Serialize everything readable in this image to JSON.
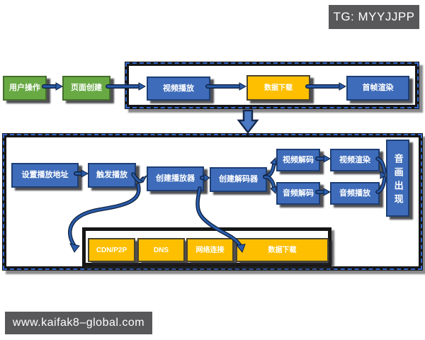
{
  "badges": {
    "tg": "TG: MYYJJPP",
    "site": "www.kaifak8–global.com"
  },
  "flow_top": {
    "user_action": "用户操作",
    "page_create": "页面创建",
    "video_play": "视频播放",
    "data_download": "数据下载",
    "first_frame": "首帧渲染"
  },
  "flow_main": {
    "set_url": "设置播放地址",
    "trigger_play": "触发播放",
    "create_player": "创建播放器",
    "create_decoder": "创建解码器",
    "video_decode": "视频解码",
    "video_render": "视频渲染",
    "audio_decode": "音频解码",
    "audio_play": "音频播放",
    "av_appear": "音画出现"
  },
  "flow_network": {
    "cdn": "CDN/P2P",
    "dns": "DNS",
    "net_connect": "网络连接",
    "data_download": "数据下载"
  },
  "colors": {
    "green_node": "#68a944",
    "blue_node": "#3e6cba",
    "yellow_node": "#fdbf00",
    "badge_bg": "#58585a",
    "arrow_blue": "#2a5caa",
    "dashed_border": "#3568cc",
    "container_border": "#161616"
  }
}
